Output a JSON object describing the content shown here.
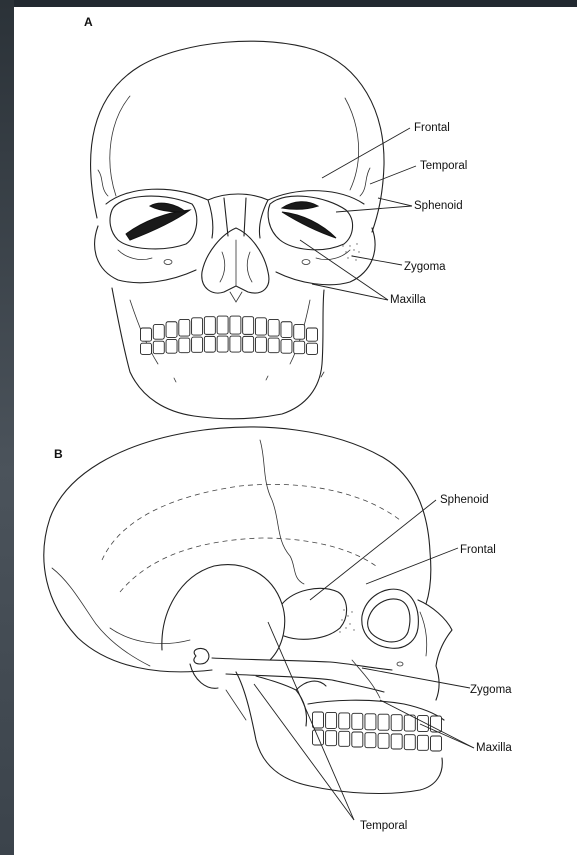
{
  "panels": {
    "front": {
      "letter": "A",
      "labels": {
        "frontal": "Frontal",
        "temporal": "Temporal",
        "sphenoid": "Sphenoid",
        "zygoma": "Zygoma",
        "maxilla": "Maxilla"
      }
    },
    "lateral": {
      "letter": "B",
      "labels": {
        "sphenoid": "Sphenoid",
        "frontal": "Frontal",
        "zygoma": "Zygoma",
        "maxilla": "Maxilla",
        "temporal": "Temporal"
      }
    }
  }
}
